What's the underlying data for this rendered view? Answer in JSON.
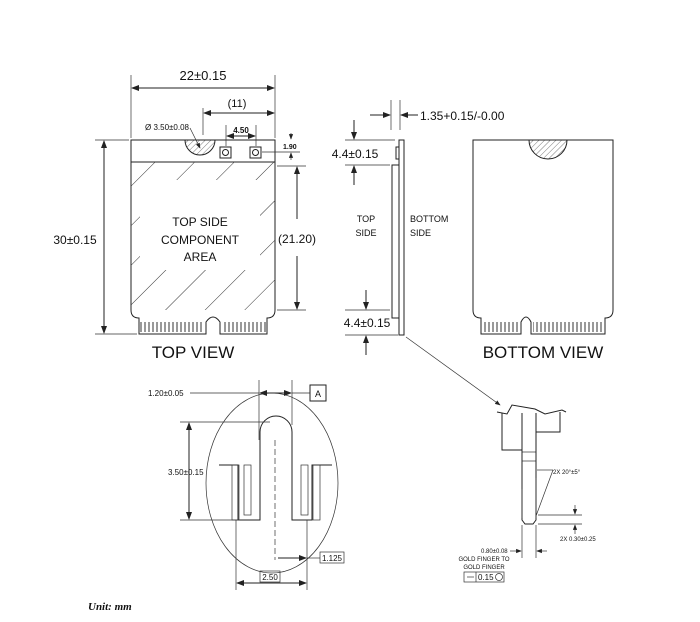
{
  "top_view": {
    "title": "TOP VIEW",
    "width_dim": "22±0.15",
    "half_width_dim": "(11)",
    "hole_dim": "Ø 3.50±0.08",
    "connector_spacing": "4.50",
    "connector_offset": "1.90",
    "height_dim": "30±0.15",
    "component_height_dim": "(21.20)",
    "area_label": [
      "TOP SIDE",
      "COMPONENT",
      "AREA"
    ]
  },
  "side_view": {
    "thickness_dim": "1.35+0.15/-0.00",
    "top_keepout_dim": "4.4±0.15",
    "bottom_keepout_dim": "4.4±0.15",
    "top_side_label": [
      "TOP",
      "SIDE"
    ],
    "bottom_side_label": [
      "BOTTOM",
      "SIDE"
    ]
  },
  "bottom_view": {
    "title": "BOTTOM VIEW"
  },
  "notch_detail": {
    "notch_width": "1.20±0.05",
    "datum": "A",
    "notch_depth": "3.50±0.15",
    "center_offset": "1.125",
    "pitch": "2.50"
  },
  "finger_detail": {
    "chamfer_angle": "2X 20°±5°",
    "chamfer_length": "2X 0.30±0.25",
    "finger_width": "0.80±0.08",
    "finger_note": [
      "GOLD FINGER TO",
      "GOLD FINGER"
    ],
    "tolerance": "0.15"
  },
  "unit_label": "Unit: mm"
}
